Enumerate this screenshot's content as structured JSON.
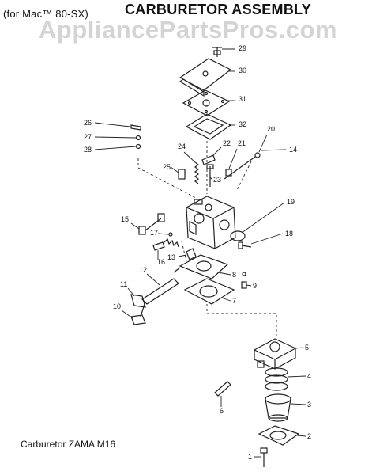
{
  "header": {
    "subtitle": "(for Mac™ 80-SX)",
    "title": "CARBURETOR ASSEMBLY"
  },
  "watermark": "AppliancePartsPros.com",
  "caption": "Carburetor ZAMA M16",
  "parts": [
    {
      "id": "p1",
      "label": "1"
    },
    {
      "id": "p2",
      "label": "2"
    },
    {
      "id": "p3",
      "label": "3"
    },
    {
      "id": "p4",
      "label": "4"
    },
    {
      "id": "p5",
      "label": "5"
    },
    {
      "id": "p6",
      "label": "6"
    },
    {
      "id": "p7",
      "label": "7"
    },
    {
      "id": "p8",
      "label": "8"
    },
    {
      "id": "p9",
      "label": "9"
    },
    {
      "id": "p10",
      "label": "10"
    },
    {
      "id": "p11",
      "label": "11"
    },
    {
      "id": "p12",
      "label": "12"
    },
    {
      "id": "p13",
      "label": "13"
    },
    {
      "id": "p14",
      "label": "14"
    },
    {
      "id": "p15",
      "label": "15"
    },
    {
      "id": "p16",
      "label": "16"
    },
    {
      "id": "p17",
      "label": "17"
    },
    {
      "id": "p18",
      "label": "18"
    },
    {
      "id": "p19",
      "label": "19"
    },
    {
      "id": "p20",
      "label": "20"
    },
    {
      "id": "p21",
      "label": "21"
    },
    {
      "id": "p22",
      "label": "22"
    },
    {
      "id": "p23",
      "label": "23"
    },
    {
      "id": "p24",
      "label": "24"
    },
    {
      "id": "p25",
      "label": "25"
    },
    {
      "id": "p26",
      "label": "26"
    },
    {
      "id": "p27",
      "label": "27"
    },
    {
      "id": "p28",
      "label": "28"
    },
    {
      "id": "p29",
      "label": "29"
    },
    {
      "id": "p30",
      "label": "30"
    },
    {
      "id": "p31",
      "label": "31"
    },
    {
      "id": "p32",
      "label": "32"
    }
  ]
}
